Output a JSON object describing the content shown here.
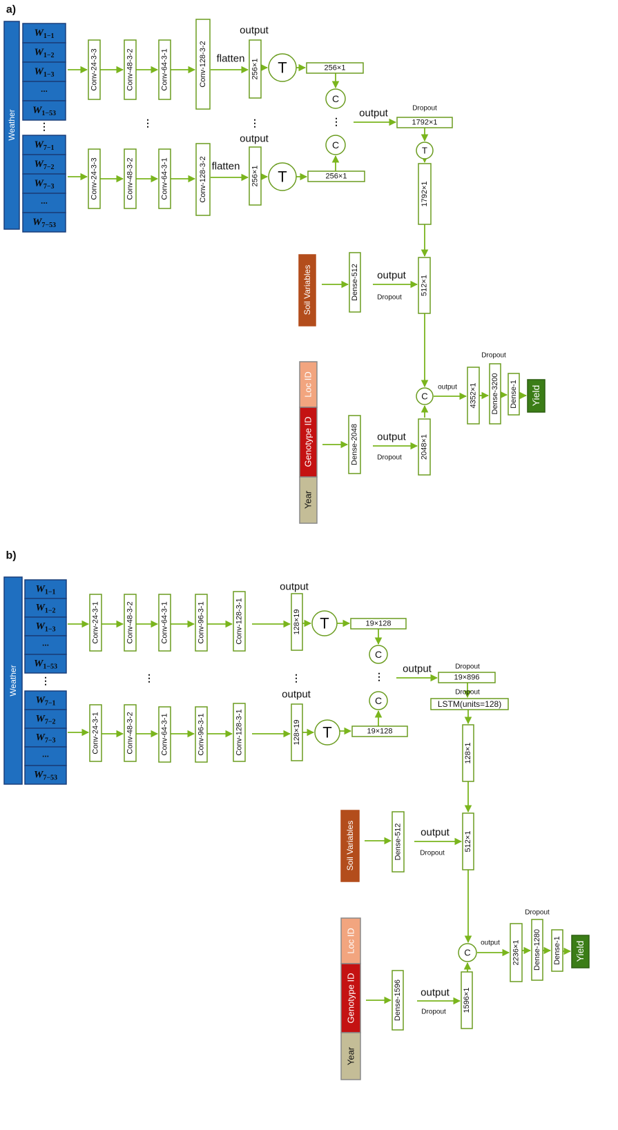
{
  "colors": {
    "arrow": "#7ab51d",
    "box_border": "#6a9c1f",
    "weather_blue": "#1f6fc0",
    "weather_border": "#1a3f7a",
    "soil": "#b34d1c",
    "loc": "#f2a57f",
    "genotype": "#c41212",
    "year": "#c4bd97",
    "yield": "#3b7d17"
  },
  "panels": [
    {
      "label": "a)",
      "weather_label": "Weather",
      "weeks_group1": [
        "W",
        "W",
        "W",
        "...",
        "W"
      ],
      "weeks_group1_sub": [
        "1−1",
        "1−2",
        "1−3",
        "",
        "1−53"
      ],
      "weeks_group2": [
        "W",
        "W",
        "W",
        "...",
        "W"
      ],
      "weeks_group2_sub": [
        "7−1",
        "7−2",
        "7−3",
        "",
        "7−53"
      ],
      "vdots": "⋮",
      "conv_top": [
        "Conv-24-3-3",
        "Conv-48-3-2",
        "Conv-64-3-1",
        "Conv-128-3-2"
      ],
      "conv_bottom": [
        "Conv-24-3-3",
        "Conv-48-3-2",
        "Conv-64-3-1",
        "Conv-128-3-2"
      ],
      "flatten": "flatten",
      "output": "output",
      "flat_vec": "256×1",
      "T": "T",
      "C": "C",
      "trans_vec": "256×1",
      "concat_vec": "1792×1",
      "dropout": "Dropout",
      "after_T_vec": "1792×1",
      "soil_label": "Soil Variables",
      "soil_dense": "Dense-512",
      "soil_vec": "512×1",
      "loc_label": "Loc ID",
      "genotype_label": "Genotype ID",
      "year_label": "Year",
      "gen_dense": "Dense-2048",
      "gen_vec": "2048×1",
      "final_vec": "4352×1",
      "final_dense": "Dense-3200",
      "dense1": "Dense-1",
      "yield_label": "Yield"
    },
    {
      "label": "b)",
      "weather_label": "Weather",
      "weeks_group1": [
        "W",
        "W",
        "W",
        "...",
        "W"
      ],
      "weeks_group1_sub": [
        "1−1",
        "1−2",
        "1−3",
        "",
        "1−53"
      ],
      "weeks_group2": [
        "W",
        "W",
        "W",
        "...",
        "W"
      ],
      "weeks_group2_sub": [
        "7−1",
        "7−2",
        "7−3",
        "",
        "7−53"
      ],
      "vdots": "⋮",
      "conv_top": [
        "Conv-24-3-1",
        "Conv-48-3-2",
        "Conv-64-3-1",
        "Conv-96-3-1",
        "Conv-128-3-1"
      ],
      "conv_bottom": [
        "Conv-24-3-1",
        "Conv-48-3-2",
        "Conv-64-3-1",
        "Conv-96-3-1",
        "Conv-128-3-1"
      ],
      "output": "output",
      "out_vec": "128×19",
      "T": "T",
      "C": "C",
      "trans_vec": "19×128",
      "concat_vec": "19×896",
      "dropout": "Dropout",
      "lstm": "LSTM(units=128)",
      "lstm_vec": "128×1",
      "soil_label": "Soil Variables",
      "soil_dense": "Dense-512",
      "soil_vec": "512×1",
      "loc_label": "Loc ID",
      "genotype_label": "Genotype ID",
      "year_label": "Year",
      "gen_dense": "Dense-1596",
      "gen_vec": "1596×1",
      "final_vec": "2236×1",
      "final_dense": "Dense-1280",
      "dense1": "Dense-1",
      "yield_label": "Yield"
    }
  ]
}
